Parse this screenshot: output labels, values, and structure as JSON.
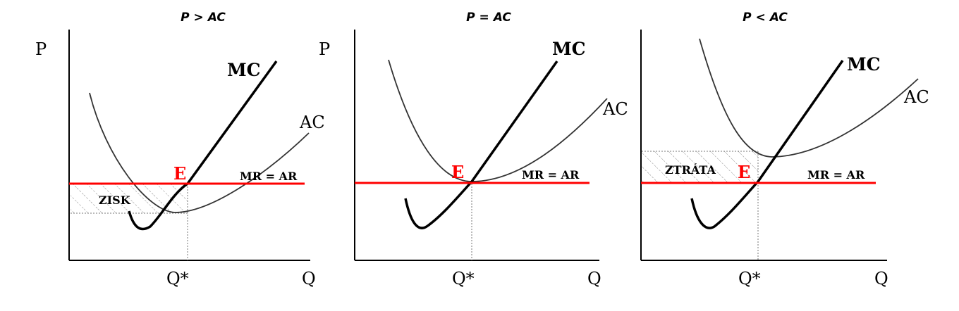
{
  "panels": [
    {
      "title": "P > AC",
      "y_axis_label": "P",
      "x_axis_label": "Q",
      "q_star_label": "Q*",
      "mc_label": "MC",
      "ac_label": "AC",
      "mr_ar_label": "MR = AR",
      "equilibrium_label": "E",
      "area_label": "ZISK"
    },
    {
      "title": "P = AC",
      "y_axis_label": "P",
      "x_axis_label": "Q",
      "q_star_label": "Q*",
      "mc_label": "MC",
      "ac_label": "AC",
      "mr_ar_label": "MR = AR",
      "equilibrium_label": "E"
    },
    {
      "title": "P < AC",
      "x_axis_label": "Q",
      "q_star_label": "Q*",
      "mc_label": "MC",
      "ac_label": "AC",
      "mr_ar_label": "MR = AR",
      "equilibrium_label": "E",
      "area_label": "ZTRÁTA"
    }
  ],
  "colors": {
    "price_line": "#ff0000",
    "equilibrium_label": "#ff0000",
    "curves": "#000000",
    "axes": "#000000"
  }
}
